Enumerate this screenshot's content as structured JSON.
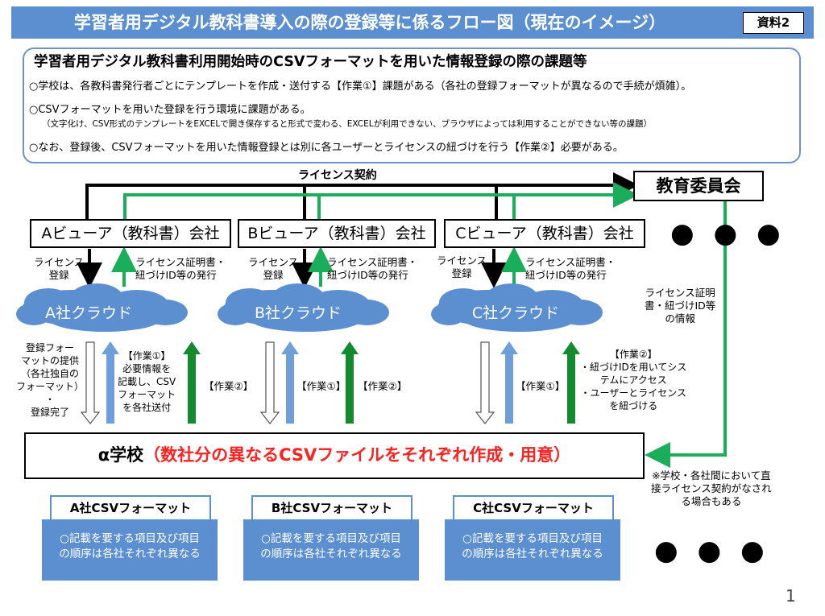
{
  "header": {
    "title": "学習者用デジタル教科書導入の際の登録等に係るフロー図（現在のイメージ）",
    "doc_label": "資料2"
  },
  "issues": {
    "title": "学習者用デジタル教科書利用開始時のCSVフォーマットを用いた情報登録の際の課題等",
    "item1": "○学校は、各教科書発行者ごとにテンプレートを作成・送付する【作業①】課題がある（各社の登録フォーマットが異なるので手続が煩雑）。",
    "item2": "○CSVフォーマットを用いた登録を行う環境に課題がある。",
    "item2_detail": "（文字化け、CSV形式のテンプレートをEXCELで開き保存すると形式で変わる、EXCELが利用できない、ブラウザによっては利用することができない等の課題）",
    "item3": "○なお、登録後、CSVフォーマットを用いた情報登録とは別に各ユーザーとライセンスの紐づけを行う【作業②】必要がある。"
  },
  "flow": {
    "license_contract": "ライセンス契約",
    "board": "教育委員会",
    "companies": [
      "Aビューア（教科書）会社",
      "Bビューア（教科書）会社",
      "Cビューア（教科書）会社"
    ],
    "more_dots": "● ● ●",
    "license_reg": [
      "ライセンス",
      "登録"
    ],
    "license_cert": [
      "ライセンス証明書・",
      "紐づけID等の発行"
    ],
    "clouds": [
      "A社クラウド",
      "B社クラウド",
      "C社クラウド"
    ],
    "board_info": [
      "ライセンス証明",
      "書・紐づけID等",
      "の情報"
    ],
    "a_left": [
      "登録フォー",
      "マットの提供",
      "（各社独自の",
      "フォーマット）",
      "・",
      "登録完了"
    ],
    "a_task1": [
      "【作業①】",
      "必要情報を",
      "記載し、CSV",
      "フォーマット",
      "を各社送付"
    ],
    "task1": "【作業①】",
    "task2": "【作業②】",
    "c_task2": [
      "【作業②】",
      "・紐づけIDを用いてシス",
      "テムにアクセス",
      "・ユーザーとライセンス",
      "を紐づける"
    ],
    "school_prefix": "α学校",
    "school_red": "（数社分の異なるCSVファイルをそれぞれ作成・用意）",
    "note": [
      "※学校・各社間において直",
      "接ライセンス契約がなされ",
      "る場合もある"
    ]
  },
  "formats": {
    "titles": [
      "A社CSVフォーマット",
      "B社CSVフォーマット",
      "C社CSVフォーマット"
    ],
    "body": [
      "○記載を要する項目及び項目",
      "の順序は各社それぞれ異なる"
    ]
  },
  "page_number": "1",
  "colors": {
    "banner": "#5b8fd0",
    "green": "#1aad5a",
    "dark_green": "#138a2e",
    "blue_arrow": "#6e9fd8",
    "red": "#ff2020"
  }
}
